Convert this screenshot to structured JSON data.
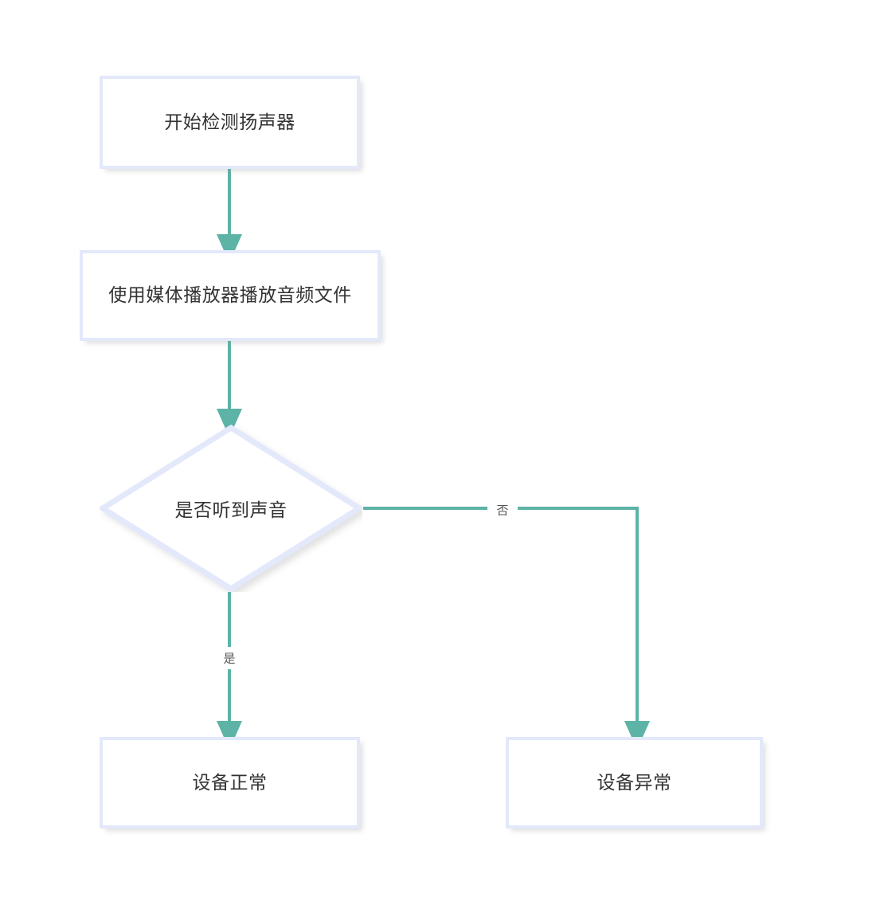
{
  "diagram": {
    "type": "flowchart",
    "direction": "top-down",
    "background_color": "#ffffff",
    "node_border_color": "#e3e9fa",
    "node_fill_color": "#ffffff",
    "node_text_color": "#333333",
    "edge_color": "#5cb3a6",
    "edge_label_color": "#555555",
    "nodes": [
      {
        "id": "start",
        "shape": "rectangle",
        "label": "开始检测扬声器"
      },
      {
        "id": "play",
        "shape": "rectangle",
        "label": "使用媒体播放器播放音频文件"
      },
      {
        "id": "decision",
        "shape": "diamond",
        "label": "是否听到声音"
      },
      {
        "id": "normal",
        "shape": "rectangle",
        "label": "设备正常"
      },
      {
        "id": "abnormal",
        "shape": "rectangle",
        "label": "设备异常"
      }
    ],
    "edges": [
      {
        "id": "e1",
        "from": "start",
        "to": "play",
        "label": ""
      },
      {
        "id": "e2",
        "from": "play",
        "to": "decision",
        "label": ""
      },
      {
        "id": "e3",
        "from": "decision",
        "to": "normal",
        "label": "是"
      },
      {
        "id": "e4",
        "from": "decision",
        "to": "abnormal",
        "label": "否"
      }
    ]
  }
}
